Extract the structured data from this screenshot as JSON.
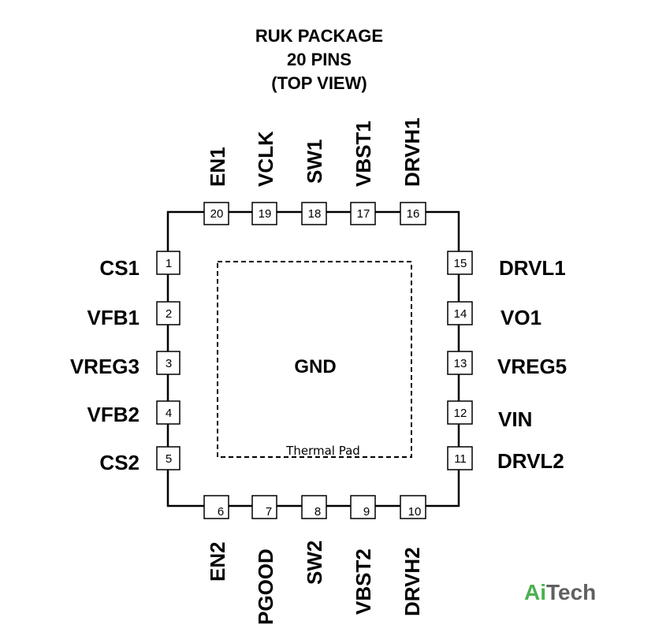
{
  "title": [
    "RUK PACKAGE",
    "20 PINS",
    "(TOP VIEW)"
  ],
  "center_label": "GND",
  "thermal_pad_label": "Thermal Pad",
  "pins": {
    "left": [
      {
        "num": "1",
        "name": "CS1"
      },
      {
        "num": "2",
        "name": "VFB1"
      },
      {
        "num": "3",
        "name": "VREG3"
      },
      {
        "num": "4",
        "name": "VFB2"
      },
      {
        "num": "5",
        "name": "CS2"
      }
    ],
    "bottom": [
      {
        "num": "6",
        "name": "EN2"
      },
      {
        "num": "7",
        "name": "PGOOD"
      },
      {
        "num": "8",
        "name": "SW2"
      },
      {
        "num": "9",
        "name": "VBST2"
      },
      {
        "num": "10",
        "name": "DRVH2"
      }
    ],
    "right": [
      {
        "num": "11",
        "name": "DRVL2"
      },
      {
        "num": "12",
        "name": "VIN"
      },
      {
        "num": "13",
        "name": "VREG5"
      },
      {
        "num": "14",
        "name": "VO1"
      },
      {
        "num": "15",
        "name": "DRVL1"
      }
    ],
    "top": [
      {
        "num": "16",
        "name": "DRVH1"
      },
      {
        "num": "17",
        "name": "VBST1"
      },
      {
        "num": "18",
        "name": "SW1"
      },
      {
        "num": "19",
        "name": "VCLK"
      },
      {
        "num": "20",
        "name": "EN1"
      }
    ]
  },
  "watermark": {
    "part1": "Ai",
    "part2": "Tech",
    "color1": "#4cb050",
    "color2": "#606060"
  }
}
